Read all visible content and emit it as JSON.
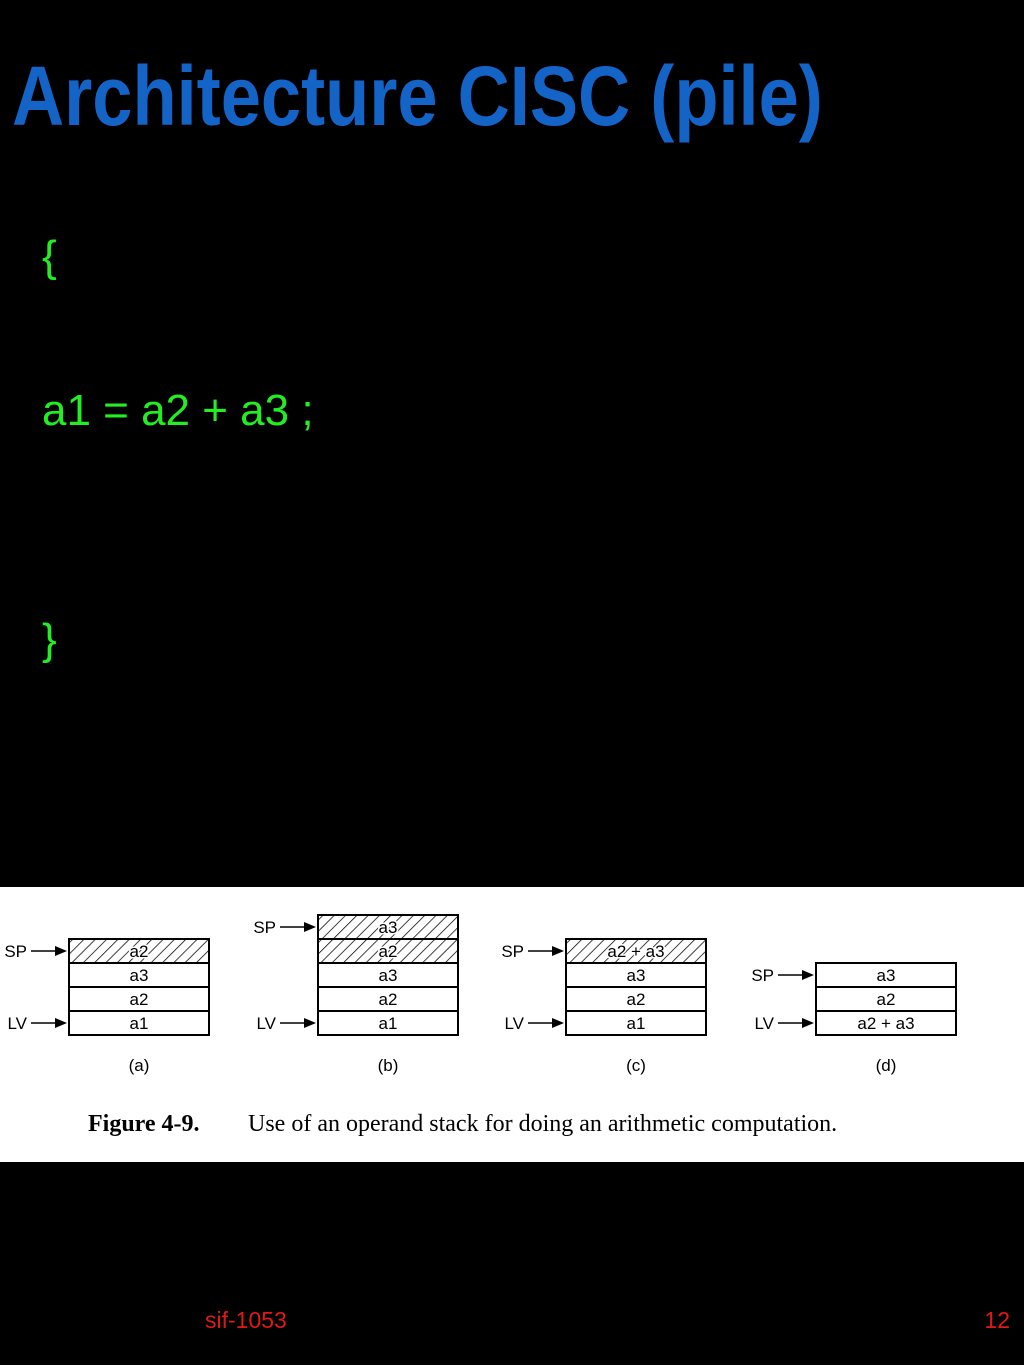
{
  "slide": {
    "title": "Architecture CISC (pile)",
    "code_lines": [
      "{",
      "a1 = a2 + a3 ;",
      "}"
    ]
  },
  "figure": {
    "stacks": [
      {
        "label": "(a)",
        "cells": [
          "a2",
          "a3",
          "a2",
          "a1"
        ],
        "shaded": [
          true,
          false,
          false,
          false
        ],
        "sp_row": 0,
        "lv_row": 3
      },
      {
        "label": "(b)",
        "cells": [
          "a3",
          "a2",
          "a3",
          "a2",
          "a1"
        ],
        "shaded": [
          true,
          true,
          false,
          false,
          false
        ],
        "sp_row": 0,
        "lv_row": 4
      },
      {
        "label": "(c)",
        "cells": [
          "a2 + a3",
          "a3",
          "a2",
          "a1"
        ],
        "shaded": [
          true,
          false,
          false,
          false
        ],
        "sp_row": 0,
        "lv_row": 3
      },
      {
        "label": "(d)",
        "cells": [
          "a3",
          "a2",
          "a2 + a3"
        ],
        "shaded": [
          false,
          false,
          false
        ],
        "sp_row": 0,
        "lv_row": 2
      }
    ],
    "pointer_labels": {
      "sp": "SP",
      "lv": "LV"
    },
    "caption_prefix": "Figure 4-9.",
    "caption_text": "Use of an operand stack for doing an arithmetic computation."
  },
  "footer": {
    "left": "sif-1053",
    "page": "12"
  },
  "colors": {
    "background": "#000000",
    "title": "#1464c8",
    "code": "#22ee22",
    "footer": "#e01818",
    "figure_background": "#ffffff"
  }
}
